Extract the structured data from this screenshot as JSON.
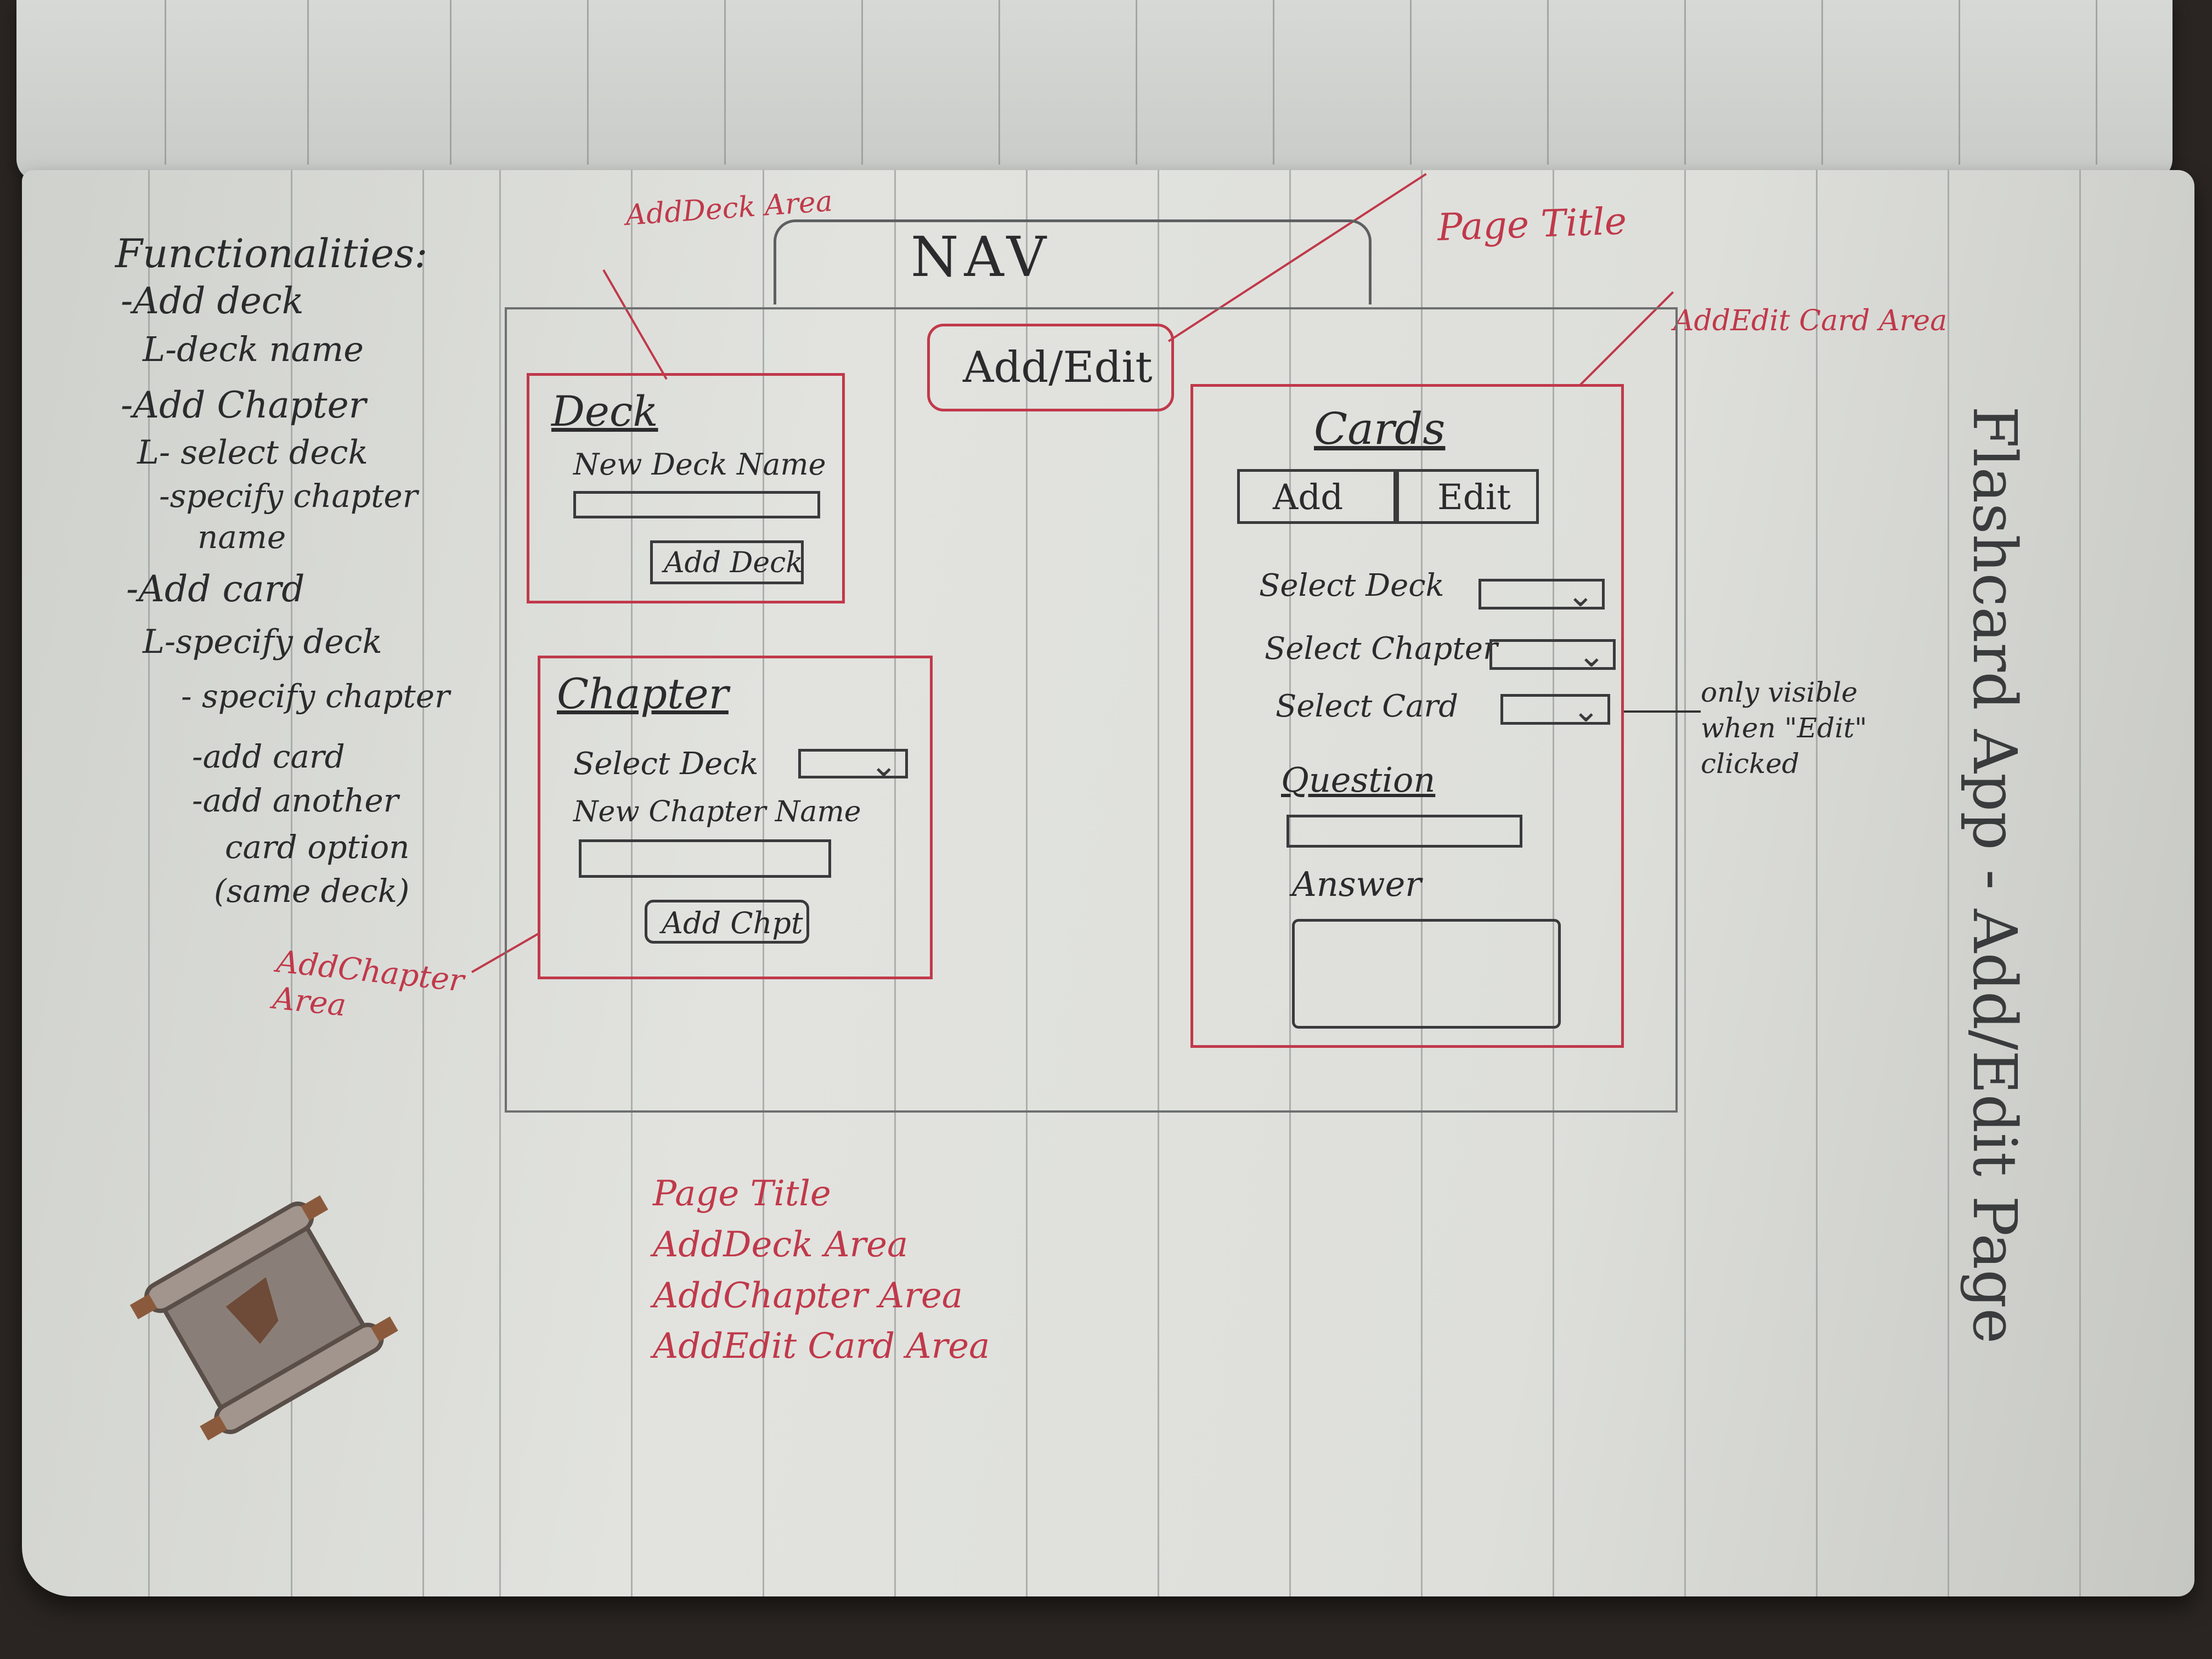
{
  "functionalities": {
    "heading": "Functionalities:",
    "items": [
      "-Add deck",
      "L-deck name",
      "-Add Chapter",
      "L- select deck",
      "-specify chapter",
      "name",
      "-Add card",
      "L-specify deck",
      "- specify chapter",
      "-add card",
      "-add another",
      "card option",
      "(same deck)"
    ]
  },
  "annotations": {
    "add_deck_area": "AddDeck Area",
    "page_title": "Page Title",
    "add_edit_card_area": "AddEdit Card Area",
    "add_chapter_area": "AddChapter Area",
    "only_visible": "only visible when \"Edit\" clicked"
  },
  "wireframe": {
    "nav": "NAV",
    "page_title_button": "Add/Edit",
    "deck": {
      "title": "Deck",
      "label": "New Deck Name",
      "button": "Add Deck"
    },
    "chapter": {
      "title": "Chapter",
      "select_label": "Select Deck",
      "name_label": "New Chapter Name",
      "button": "Add Chpt"
    },
    "cards": {
      "title": "Cards",
      "tab_add": "Add",
      "tab_edit": "Edit",
      "select_deck": "Select Deck",
      "select_chapter": "Select Chapter",
      "select_card": "Select Card",
      "question": "Question",
      "answer": "Answer"
    }
  },
  "legend": [
    "Page Title",
    "AddDeck Area",
    "AddChapter Area",
    "AddEdit Card Area"
  ],
  "side_title": "Flashcard App - Add/Edit Page",
  "colors": {
    "annotation_red": "#c0394a",
    "pencil": "#2b2b2d",
    "paper": "#dedfdb"
  },
  "icons": {
    "scroll": "scroll-icon"
  }
}
